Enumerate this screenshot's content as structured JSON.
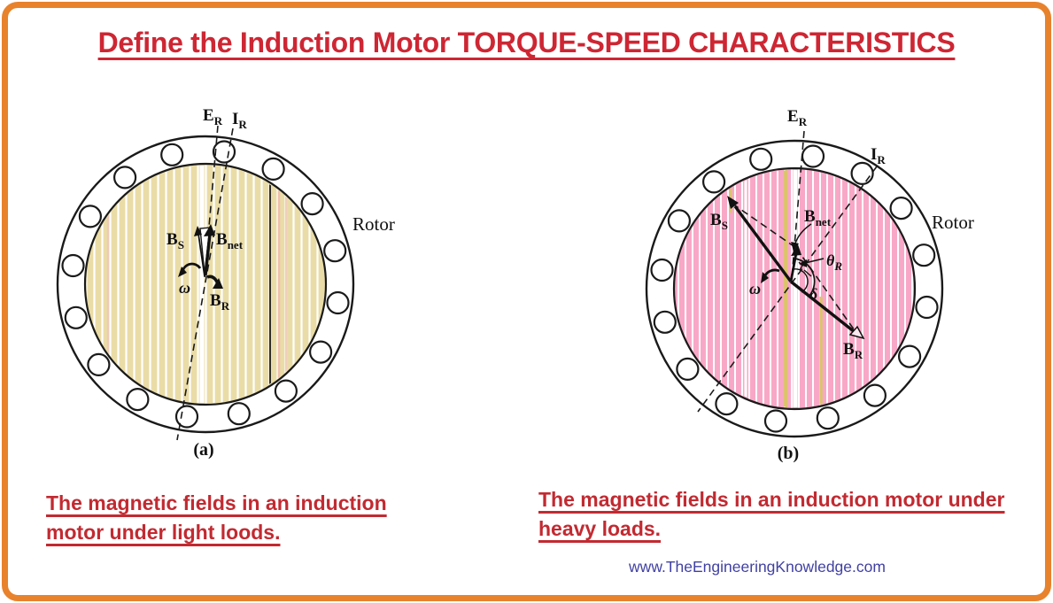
{
  "page": {
    "title": "Define the Induction Motor TORQUE-SPEED CHARACTERISTICS",
    "website_url": "www.TheEngineeringKnowledge.com"
  },
  "theme": {
    "border_color": "#E8822C",
    "title_color": "#CE2633",
    "caption_color": "#C22A31",
    "website_color": "#4141A3",
    "diagram_a_fill": "#EADCA6",
    "diagram_b_fill": "#F8A8C6",
    "tan_stripe": "#DCC36E"
  },
  "captions": {
    "left_line1": "The magnetic fields in an induction",
    "left_line2": "motor under light loods.",
    "right_line1": "The magnetic fields in an induction motor under",
    "right_line2": "heavy loads."
  },
  "diagram_a": {
    "figure_label": "(a)",
    "rotor_label": "Rotor",
    "colors": {
      "fill": "#EADCA6"
    },
    "labels": {
      "E": {
        "main": "E",
        "sub": "R"
      },
      "I": {
        "main": "I",
        "sub": "R"
      },
      "BS": {
        "main": "B",
        "sub": "S"
      },
      "Bnet": {
        "main": "B",
        "sub": "net"
      },
      "BR": {
        "main": "B",
        "sub": "R"
      },
      "omega": "ω"
    }
  },
  "diagram_b": {
    "figure_label": "(b)",
    "rotor_label": "Rotor",
    "colors": {
      "fill": "#F8A8C6"
    },
    "labels": {
      "E": {
        "main": "E",
        "sub": "R"
      },
      "I": {
        "main": "I",
        "sub": "R"
      },
      "BS": {
        "main": "B",
        "sub": "S"
      },
      "Bnet": {
        "main": "B",
        "sub": "net"
      },
      "BR": {
        "main": "B",
        "sub": "R"
      },
      "omega": "ω",
      "thetaR": {
        "main": "θ",
        "sub": "R"
      },
      "delta": "δ"
    }
  }
}
